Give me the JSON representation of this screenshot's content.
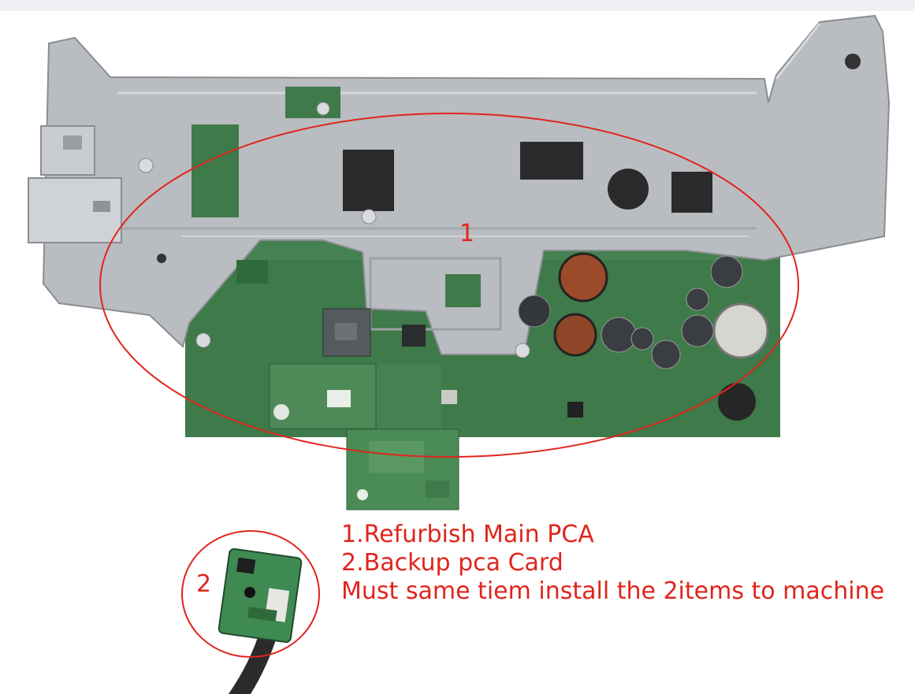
{
  "annotations": {
    "marker_main": "1",
    "marker_card": "2",
    "lines": [
      "1.Refurbish Main PCA",
      "2.Backup pca Card",
      "Must same tiem install the 2items to machine"
    ]
  },
  "colors": {
    "annotation_red": "#e0241c",
    "pcb_green": "#3f7a4a",
    "metal_gray": "#b9bcc0"
  }
}
